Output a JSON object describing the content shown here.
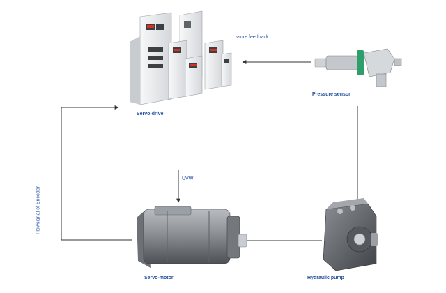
{
  "diagram": {
    "nodes": {
      "servo_drive": {
        "label": "Servo-drive"
      },
      "pressure_sensor": {
        "label": "Pressure sensor"
      },
      "servo_motor": {
        "label": "Servo-motor"
      },
      "hydraulic_pump": {
        "label": "Hydraulic pump"
      }
    },
    "edges": {
      "pressure_feedback": {
        "label": "ssure feedback"
      },
      "uvw": {
        "label": "UVW"
      },
      "encoder": {
        "label": "Flowsignal of Encoder"
      }
    },
    "colors": {
      "label_text": "#1f4e9b",
      "connector": "#333333",
      "device_body": "#e8eaed",
      "motor_body": "#8c9095",
      "pump_body": "#5f6368",
      "sensor_accent": "#2e9e6a"
    }
  }
}
